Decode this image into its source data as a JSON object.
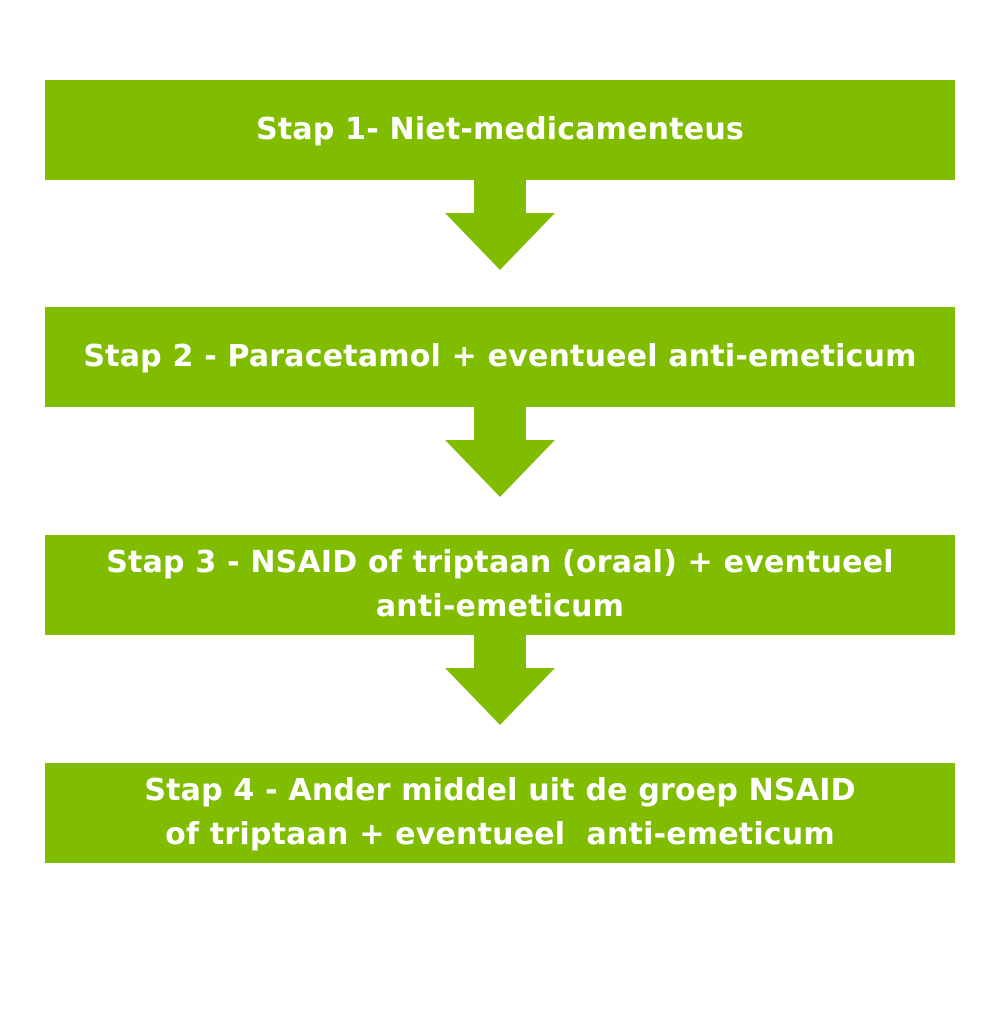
{
  "colors": {
    "accent": "#80bc00",
    "text": "#ffffff",
    "background": "#ffffff"
  },
  "steps": [
    {
      "lines": [
        "Stap 1- Niet-medicamenteus"
      ]
    },
    {
      "lines": [
        "Stap 2 - Paracetamol + eventueel anti-emeticum"
      ]
    },
    {
      "lines": [
        "Stap 3 - NSAID of triptaan (oraal) + eventueel",
        "anti-emeticum"
      ]
    },
    {
      "lines": [
        "Stap 4 - Ander middel uit de groep NSAID",
        "of triptaan + eventueel  anti-emeticum"
      ]
    }
  ],
  "arrows": [
    {
      "icon": "arrow-down-icon"
    },
    {
      "icon": "arrow-down-icon"
    },
    {
      "icon": "arrow-down-icon"
    }
  ]
}
